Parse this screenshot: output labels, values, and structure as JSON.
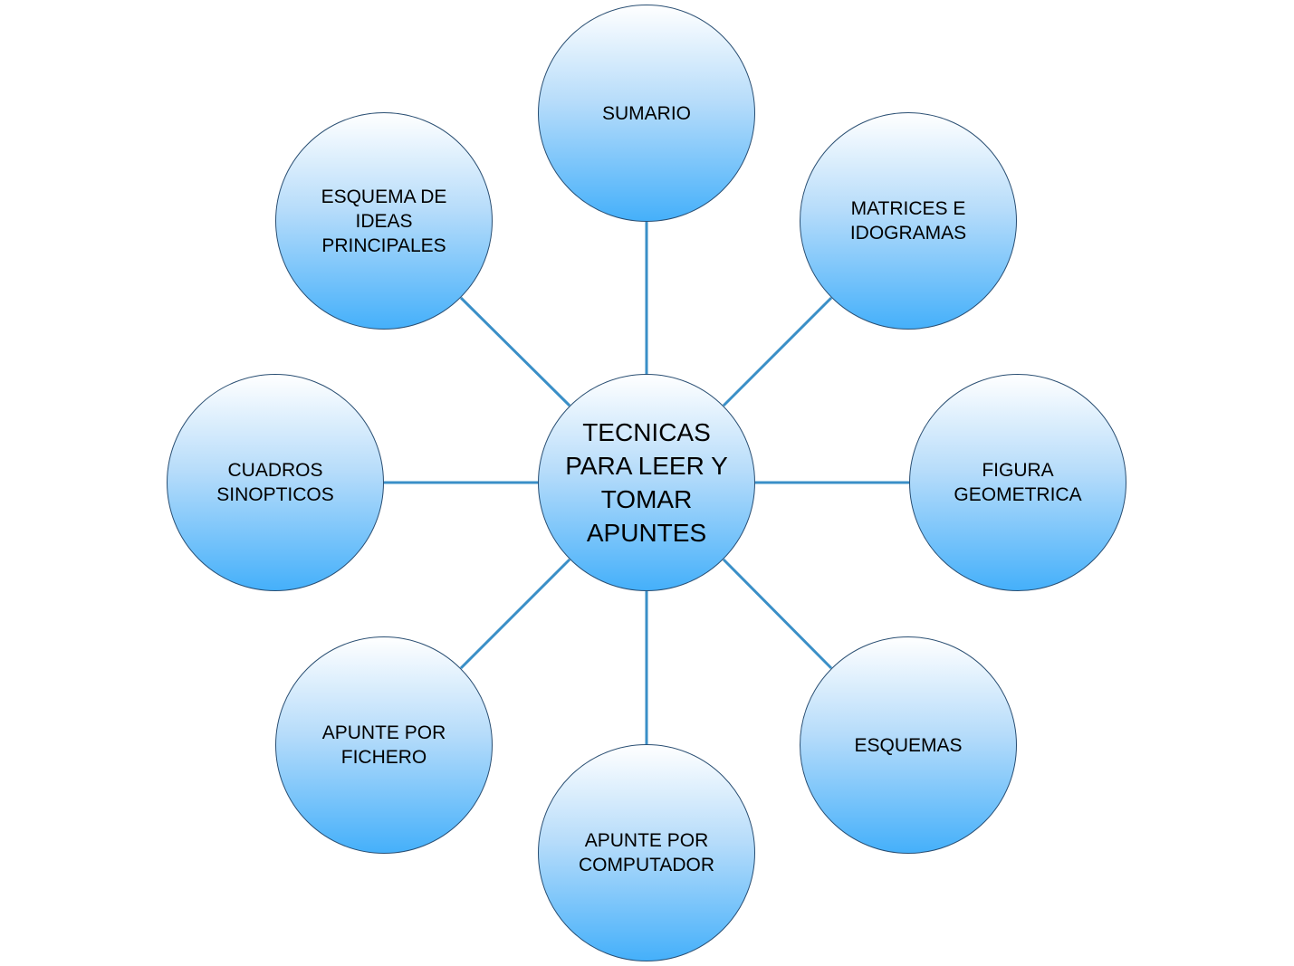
{
  "diagram": {
    "center": {
      "label": "TECNICAS PARA LEER Y TOMAR APUNTES"
    },
    "nodes": {
      "sumario": "SUMARIO",
      "matrices": "MATRICES E IDOGRAMAS",
      "figura": "FIGURA GEOMETRICA",
      "esquemas": "ESQUEMAS",
      "computador": "APUNTE POR COMPUTADOR",
      "fichero": "APUNTE POR FICHERO",
      "cuadros": "CUADROS SINOPTICOS",
      "esquema_ideas": "ESQUEMA DE IDEAS PRINCIPALES"
    },
    "colors": {
      "node_fill_top": "#ffffff",
      "node_fill_bottom": "#45b0fa",
      "node_border": "#2a4f73",
      "connector": "#3a8fc7"
    }
  }
}
